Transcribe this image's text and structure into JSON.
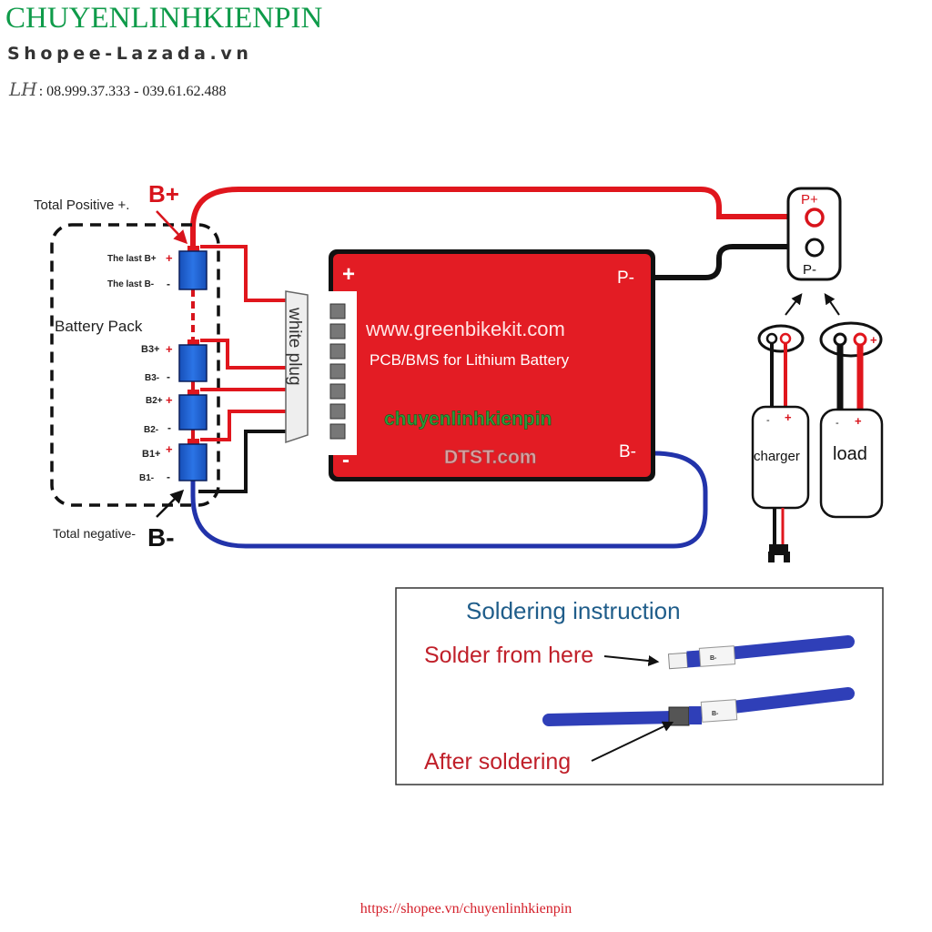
{
  "header": {
    "brand": "CHUYENLINHKIENPIN",
    "subtitle": "Shopee-Lazada.vn",
    "contact_prefix": "LH",
    "phones": ": 08.999.37.333 - 039.61.62.488"
  },
  "diagram": {
    "total_positive_label": "Total Positive +.",
    "b_plus": "B+",
    "total_negative_label": "Total negative-",
    "b_minus": "B-",
    "battery_pack_label": "Battery Pack",
    "cell_labels": {
      "last_b_plus": "The last B+",
      "last_b_minus": "The last B-",
      "b3_plus": "B3+",
      "b3_minus": "B3-",
      "b2_plus": "B2+",
      "b2_minus": "B2-",
      "b1_plus": "B1+",
      "b1_minus": "B1-",
      "plus_sign": "+",
      "minus_sign": "-"
    },
    "white_plug_label": "white plug",
    "bms": {
      "plus": "+",
      "minus": "-",
      "p_minus": "P-",
      "b_minus": "B-",
      "website": "www.greenbikekit.com",
      "title": "PCB/BMS for Lithium Battery",
      "watermark1": "chuyenlinhkienpin",
      "watermark2": "DTST.com"
    },
    "output_port": {
      "p_plus": "P+",
      "p_minus": "P-"
    },
    "charger": {
      "label": "charger",
      "minus": "-",
      "plus": "+"
    },
    "load": {
      "label": "load",
      "minus": "-",
      "plus": "+"
    }
  },
  "soldering": {
    "title": "Soldering instruction",
    "step1": "Solder from here",
    "step2": "After soldering",
    "wire_tag": "B-"
  },
  "footer": {
    "url": "https://shopee.vn/chuyenlinhkienpin"
  },
  "colors": {
    "brand_green": "#0f9b4a",
    "bms_red": "#e31c24",
    "wire_red": "#e0161d",
    "wire_blue": "#2233aa",
    "cell_blue": "#1e63d6",
    "footer_red": "#d41f2a",
    "soldering_title": "#1f5d8a",
    "soldering_text": "#c0202a"
  }
}
